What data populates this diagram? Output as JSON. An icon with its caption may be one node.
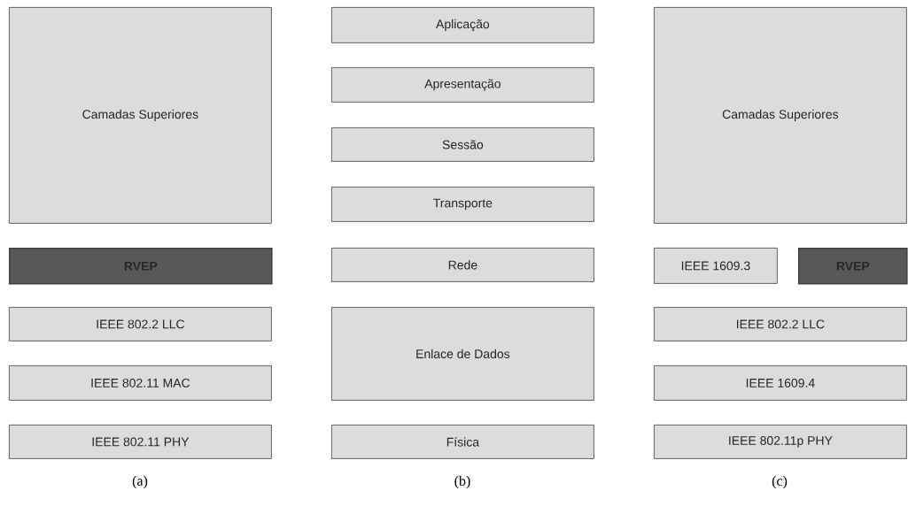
{
  "diagram": {
    "nodes": [
      {
        "text": [
          "Camadas Superiores"
        ]
      },
      {
        "text": [
          "RVEP"
        ]
      },
      {
        "text": [
          "IEEE 802.2 LLC"
        ]
      },
      {
        "text": [
          "IEEE 802.11 MAC"
        ]
      },
      {
        "text": [
          "IEEE 802.11 PHY"
        ]
      },
      {
        "text": [
          "Aplicação"
        ]
      },
      {
        "text": [
          "Apresentação"
        ]
      },
      {
        "text": [
          "Sessão"
        ]
      },
      {
        "text": [
          "Transporte"
        ]
      },
      {
        "text": [
          "Rede"
        ]
      },
      {
        "text": [
          "Enlace de Dados"
        ]
      },
      {
        "text": [
          "Física"
        ]
      },
      {
        "text": [
          "Camadas Superiores"
        ]
      },
      {
        "text": [
          "IEEE 1609.3"
        ]
      },
      {
        "text": [
          "RVEP"
        ]
      },
      {
        "text": [
          "IEEE 802.2 LLC"
        ]
      },
      {
        "text": [
          "IEEE 1609.4"
        ]
      },
      {
        "text": [
          "IEEE 802.11p PHY"
        ]
      }
    ],
    "labels": [
      "(a)",
      "(b)",
      "(c)"
    ]
  }
}
